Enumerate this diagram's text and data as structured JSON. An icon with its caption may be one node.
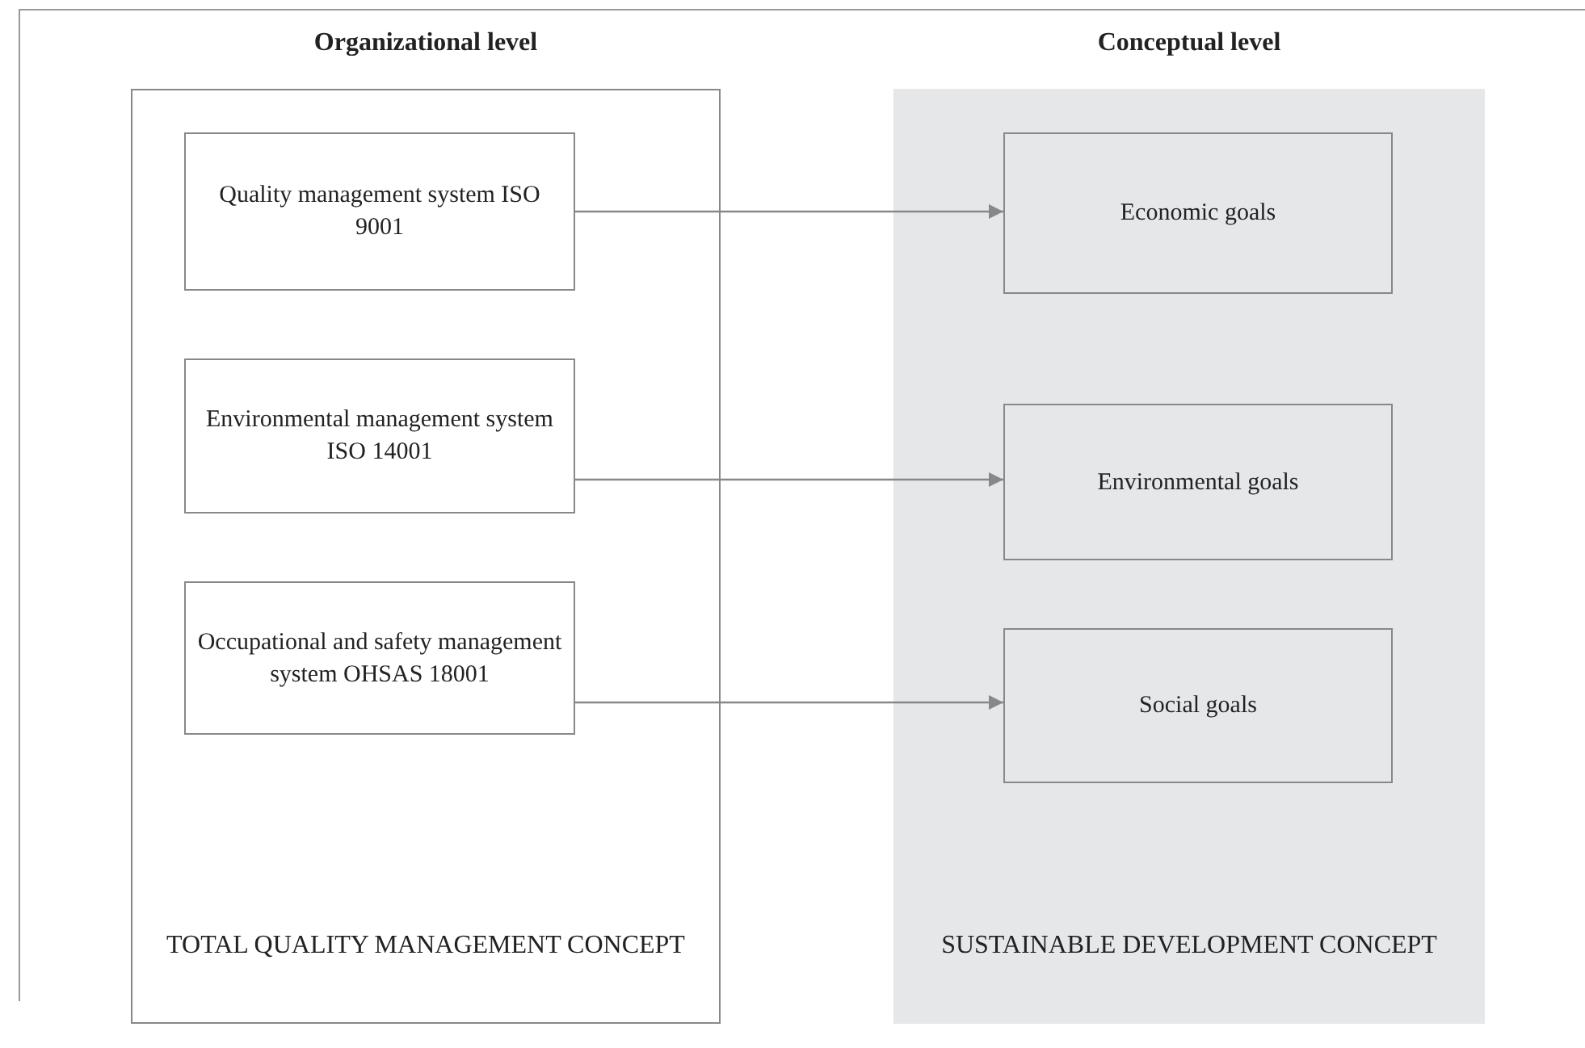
{
  "diagram": {
    "nodes": [
      {
        "text": [
          "Organizational level",
          "TOTAL QUALITY MANAGEMENT CONCEPT"
        ]
      },
      {
        "text": [
          "Quality management system ISO 9001"
        ],
        "in": 0
      },
      {
        "text": [
          "Environmental management system ISO 14001"
        ],
        "in": 0
      },
      {
        "text": [
          "Occupational and safety management system OHSAS 18001"
        ],
        "in": 0
      },
      {
        "text": [
          "Conceptual level",
          "SUSTAINABLE DEVELOPMENT CONCEPT"
        ]
      },
      {
        "text": [
          "Economic goals"
        ],
        "in": 4
      },
      {
        "text": [
          "Environmental goals"
        ],
        "in": 4
      },
      {
        "text": [
          "Social goals"
        ],
        "in": 4
      }
    ],
    "edges": [
      {
        "from": 1,
        "to": 5,
        "arrow": "to"
      },
      {
        "from": 2,
        "to": 6,
        "arrow": "to"
      },
      {
        "from": 3,
        "to": 7,
        "arrow": "to"
      }
    ]
  }
}
